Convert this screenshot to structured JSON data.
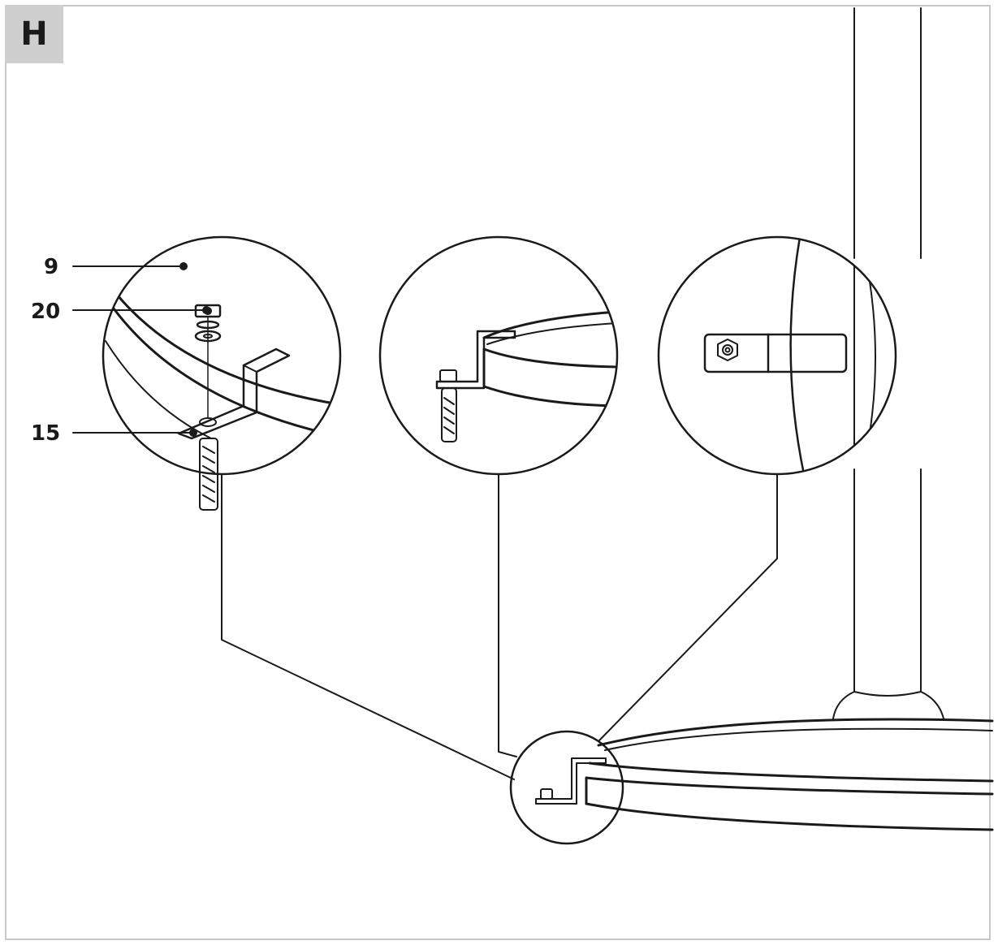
{
  "step": {
    "letter": "H"
  },
  "callouts": [
    {
      "id": "9",
      "label": "9"
    },
    {
      "id": "20",
      "label": "20"
    },
    {
      "id": "15",
      "label": "15"
    }
  ],
  "colors": {
    "line": "#1a1a1a",
    "tab": "#cfcfcf",
    "frame": "#c8c8c8"
  }
}
